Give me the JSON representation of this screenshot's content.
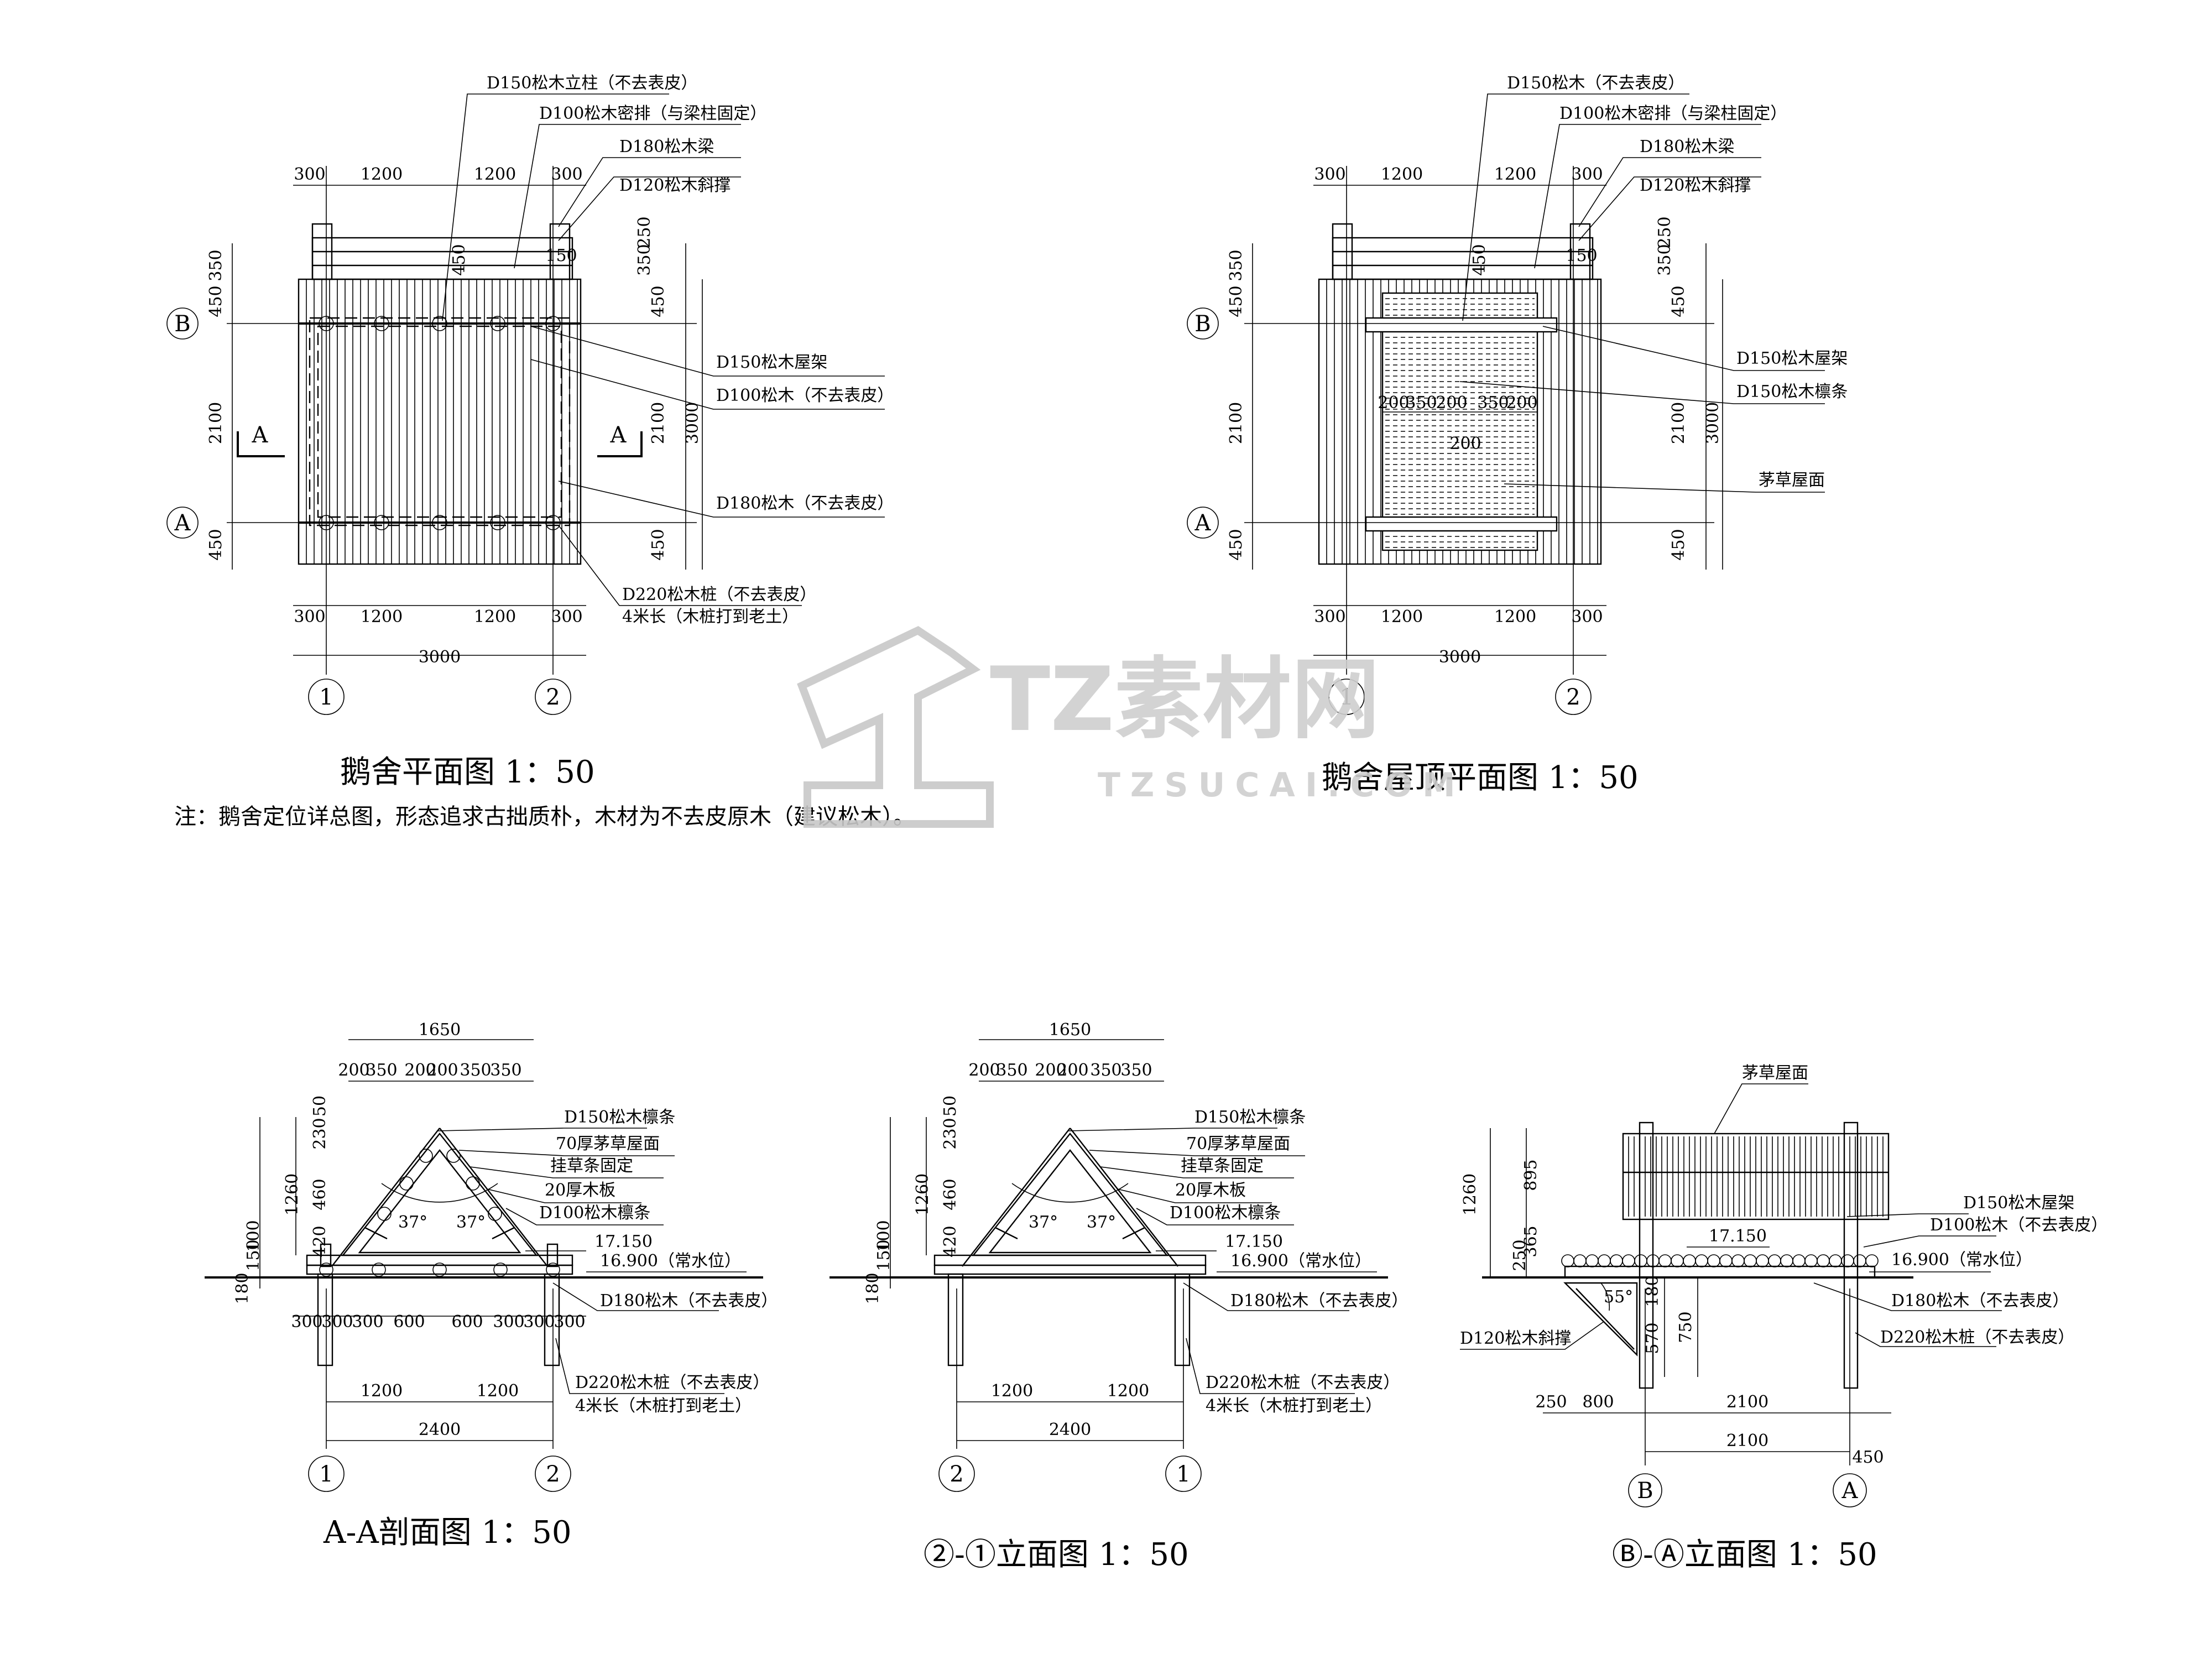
{
  "plan": {
    "title": "鹅舍平面图 1：50",
    "note": "注：鹅舍定位详总图，形态追求古拙质朴，木材为不去皮原木（建议松木）。",
    "labels_top": [
      "D150松木立柱（不去表皮）",
      "D100松木密排（与梁柱固定）",
      "D180松木梁",
      "D120松木斜撑"
    ],
    "labels_right": [
      "D150松木屋架",
      "D100松木（不去表皮）",
      "D180松木（不去表皮）",
      "D220松木桩（不去表皮）",
      "4米长（木桩打到老土）"
    ],
    "dims_top": [
      "300",
      "1200",
      "1200",
      "300"
    ],
    "dims_bottom": [
      "300",
      "1200",
      "1200",
      "300"
    ],
    "dim_total": "3000",
    "dims_left": [
      "350",
      "450",
      "2100",
      "450"
    ],
    "dims_inner": [
      "250",
      "450",
      "150",
      "350"
    ],
    "dims_right": [
      "450",
      "2100",
      "450",
      "3000"
    ],
    "axes_v": [
      "1",
      "2"
    ],
    "axes_h": [
      "B",
      "A"
    ],
    "section_mark": "A"
  },
  "roof": {
    "title": "鹅舍屋顶平面图 1：50",
    "labels_top": [
      "D150松木（不去表皮）",
      "D100松木密排（与梁柱固定）",
      "D180松木梁",
      "D120松木斜撑"
    ],
    "labels_right": [
      "D150松木屋架",
      "D150松木檩条",
      "茅草屋面"
    ],
    "dims_top": [
      "300",
      "1200",
      "1200",
      "300"
    ],
    "dims_bottom": [
      "300",
      "1200",
      "1200",
      "300"
    ],
    "dim_total": "3000",
    "dims_mid": [
      "200",
      "350",
      "200",
      "350",
      "200"
    ],
    "dim_mid2": "200",
    "dims_left": [
      "350",
      "450",
      "2100",
      "450"
    ],
    "dims_inner": [
      "250",
      "450",
      "150",
      "350"
    ],
    "dims_right": [
      "450",
      "2100",
      "450",
      "3000"
    ],
    "axes_v": [
      "1",
      "2"
    ],
    "axes_h": [
      "B",
      "A"
    ]
  },
  "section": {
    "title": "A-A剖面图 1：50",
    "dim_top": "1650",
    "dims_top_row": [
      "200",
      "350",
      "200",
      "200",
      "350",
      "350"
    ],
    "labels": [
      "D150松木檩条",
      "70厚茅草屋面",
      "挂草条固定",
      "20厚木板",
      "D100松木檩条",
      "17.150",
      "16.900（常水位）",
      "D180松木（不去表皮）",
      "D220松木桩（不去表皮）",
      "4米长（木桩打到老土）"
    ],
    "dims_left": [
      "230",
      "50",
      "460",
      "420",
      "1260",
      "150",
      "180",
      "100"
    ],
    "angles": [
      "37°",
      "37°"
    ],
    "dims_bottom": [
      "300",
      "300",
      "300",
      "600",
      "600",
      "300",
      "300",
      "300"
    ],
    "dims_bottom2": [
      "1200",
      "1200"
    ],
    "dim_total": "2400",
    "axes_v": [
      "1",
      "2"
    ]
  },
  "elev21": {
    "title": "②-①立面图 1：50",
    "dim_top": "1650",
    "dims_top_row": [
      "200",
      "350",
      "200",
      "200",
      "350",
      "350"
    ],
    "labels": [
      "D150松木檩条",
      "70厚茅草屋面",
      "挂草条固定",
      "20厚木板",
      "D100松木檩条",
      "17.150",
      "16.900（常水位）",
      "D180松木（不去表皮）",
      "D220松木桩（不去表皮）",
      "4米长（木桩打到老土）"
    ],
    "dims_left": [
      "230",
      "50",
      "460",
      "420",
      "1260",
      "150",
      "180",
      "100"
    ],
    "angles": [
      "37°",
      "37°"
    ],
    "dims_bottom2": [
      "1200",
      "1200"
    ],
    "dim_total": "2400",
    "axes_v": [
      "2",
      "1"
    ]
  },
  "elevBA": {
    "title": "Ⓑ-Ⓐ立面图 1：50",
    "labels": [
      "茅草屋面",
      "D150松木屋架",
      "D100松木（不去表皮）",
      "16.900（常水位）",
      "D180松木（不去表皮）",
      "D220松木桩（不去表皮）",
      "D120松木斜撑",
      "17.150"
    ],
    "dims_left": [
      "895",
      "1260",
      "365",
      "250"
    ],
    "dims_mid": [
      "180",
      "570",
      "750"
    ],
    "angle": "55°",
    "dims_bottom": [
      "250",
      "800",
      "2100"
    ],
    "dim_total": "2100",
    "dim_right": "450",
    "axes_v": [
      "B",
      "A"
    ]
  },
  "watermark": {
    "brand": "TZ素材网",
    "url": "TZSUCAI.COM"
  }
}
